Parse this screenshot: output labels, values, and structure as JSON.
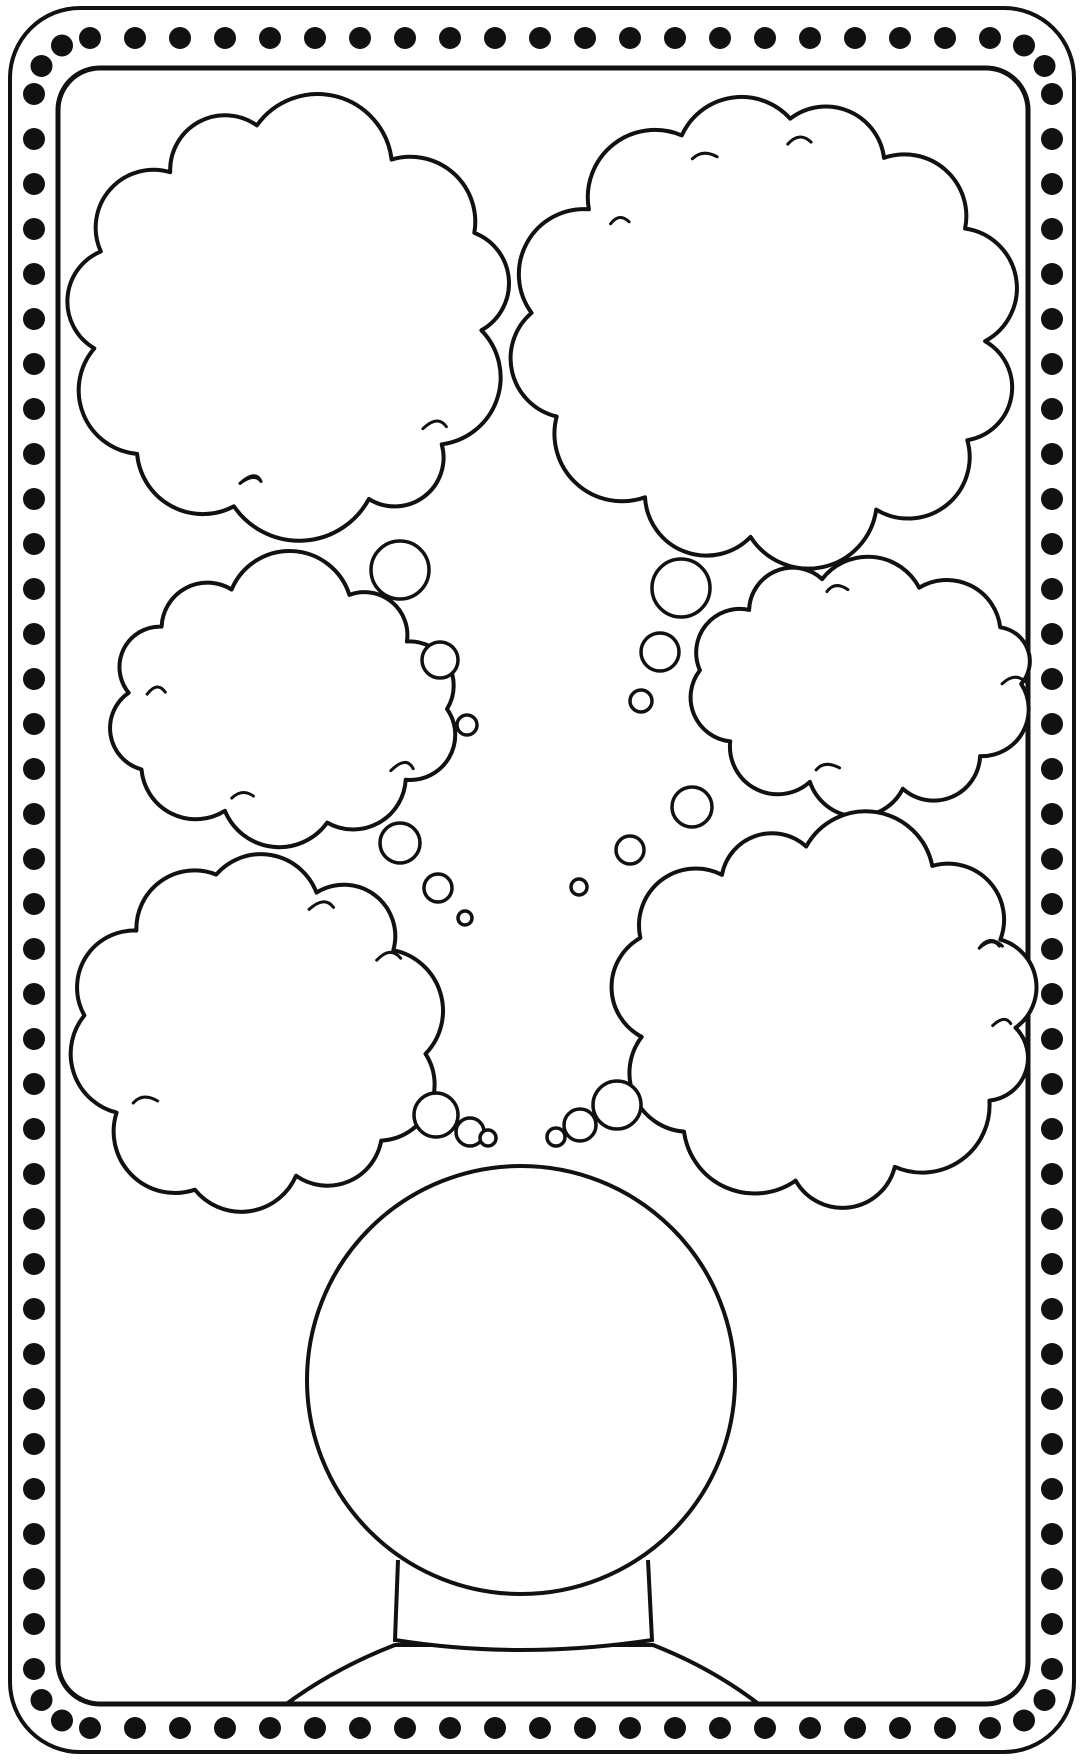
{
  "worksheet": {
    "description_visible_text": "",
    "border": {
      "style": "double-line-with-dots",
      "line_color": "#111111",
      "dot_color": "#111111",
      "background": "#ffffff"
    },
    "thought_clouds": [
      {
        "id": "cloud-top-left",
        "fill": "#ffffff",
        "stroke": "#111111"
      },
      {
        "id": "cloud-top-right",
        "fill": "#ffffff",
        "stroke": "#111111"
      },
      {
        "id": "cloud-middle-left",
        "fill": "#ffffff",
        "stroke": "#111111"
      },
      {
        "id": "cloud-middle-right",
        "fill": "#ffffff",
        "stroke": "#111111"
      },
      {
        "id": "cloud-bottom-left",
        "fill": "#ffffff",
        "stroke": "#111111"
      },
      {
        "id": "cloud-bottom-right",
        "fill": "#ffffff",
        "stroke": "#111111"
      }
    ],
    "head": {
      "shape": "circle",
      "fill": "#ffffff",
      "stroke": "#111111"
    }
  }
}
